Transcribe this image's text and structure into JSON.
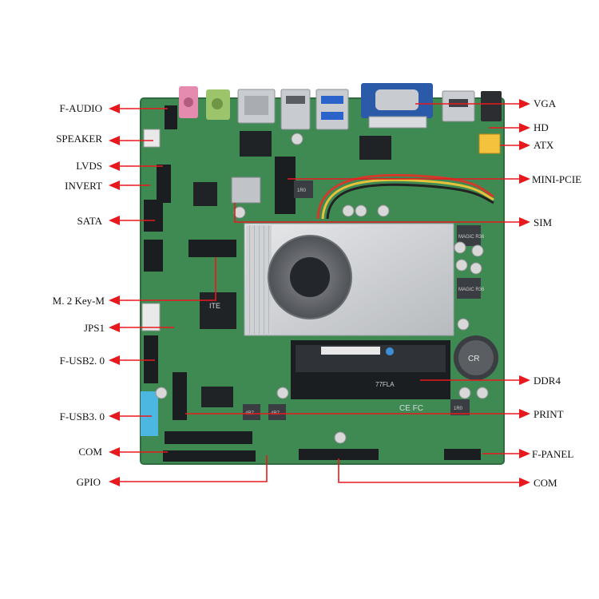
{
  "left_labels": [
    {
      "id": "f-audio",
      "text": "F-AUDIO"
    },
    {
      "id": "speaker",
      "text": "SPEAKER"
    },
    {
      "id": "lvds",
      "text": "LVDS"
    },
    {
      "id": "invert",
      "text": "INVERT"
    },
    {
      "id": "sata",
      "text": "SATA"
    },
    {
      "id": "m2",
      "text": "M. 2 Key-M"
    },
    {
      "id": "jps1",
      "text": "JPS1"
    },
    {
      "id": "f-usb2",
      "text": "F-USB2. 0"
    },
    {
      "id": "f-usb3",
      "text": "F-USB3. 0"
    },
    {
      "id": "com-left",
      "text": "COM"
    },
    {
      "id": "gpio",
      "text": "GPIO"
    }
  ],
  "right_labels": [
    {
      "id": "vga",
      "text": "VGA"
    },
    {
      "id": "hd",
      "text": "HD"
    },
    {
      "id": "atx",
      "text": "ATX"
    },
    {
      "id": "mini-pcie",
      "text": "MINI-PCIE"
    },
    {
      "id": "sim",
      "text": "SIM"
    },
    {
      "id": "ddr4",
      "text": "DDR4"
    },
    {
      "id": "print",
      "text": "PRINT"
    },
    {
      "id": "f-panel",
      "text": "F-PANEL"
    },
    {
      "id": "com-right",
      "text": "COM"
    }
  ],
  "board_markings": {
    "chip_brand": "ITE",
    "ram_marking": "77FLA",
    "cert_marks": "CE FC",
    "battery_text": "CR",
    "inductor_1": "MAGIC R36",
    "inductor_2": "MAGIC R36",
    "cap_1": "1R0",
    "cap_2": "1R0",
    "cap_3": "4R7",
    "cap_4": "4R7"
  },
  "colors": {
    "arrow": "#e8191e",
    "board": "#3f8a52",
    "board_dark": "#2f6b3f",
    "heatsink": "#d4d6d8",
    "vga_port": "#2a5aa8",
    "usb3_port": "#2a63c9",
    "audio_pink": "#e68bb0",
    "audio_green": "#9cc46a",
    "fan_inner": "#23262a",
    "cap": "#d8d8d8"
  }
}
